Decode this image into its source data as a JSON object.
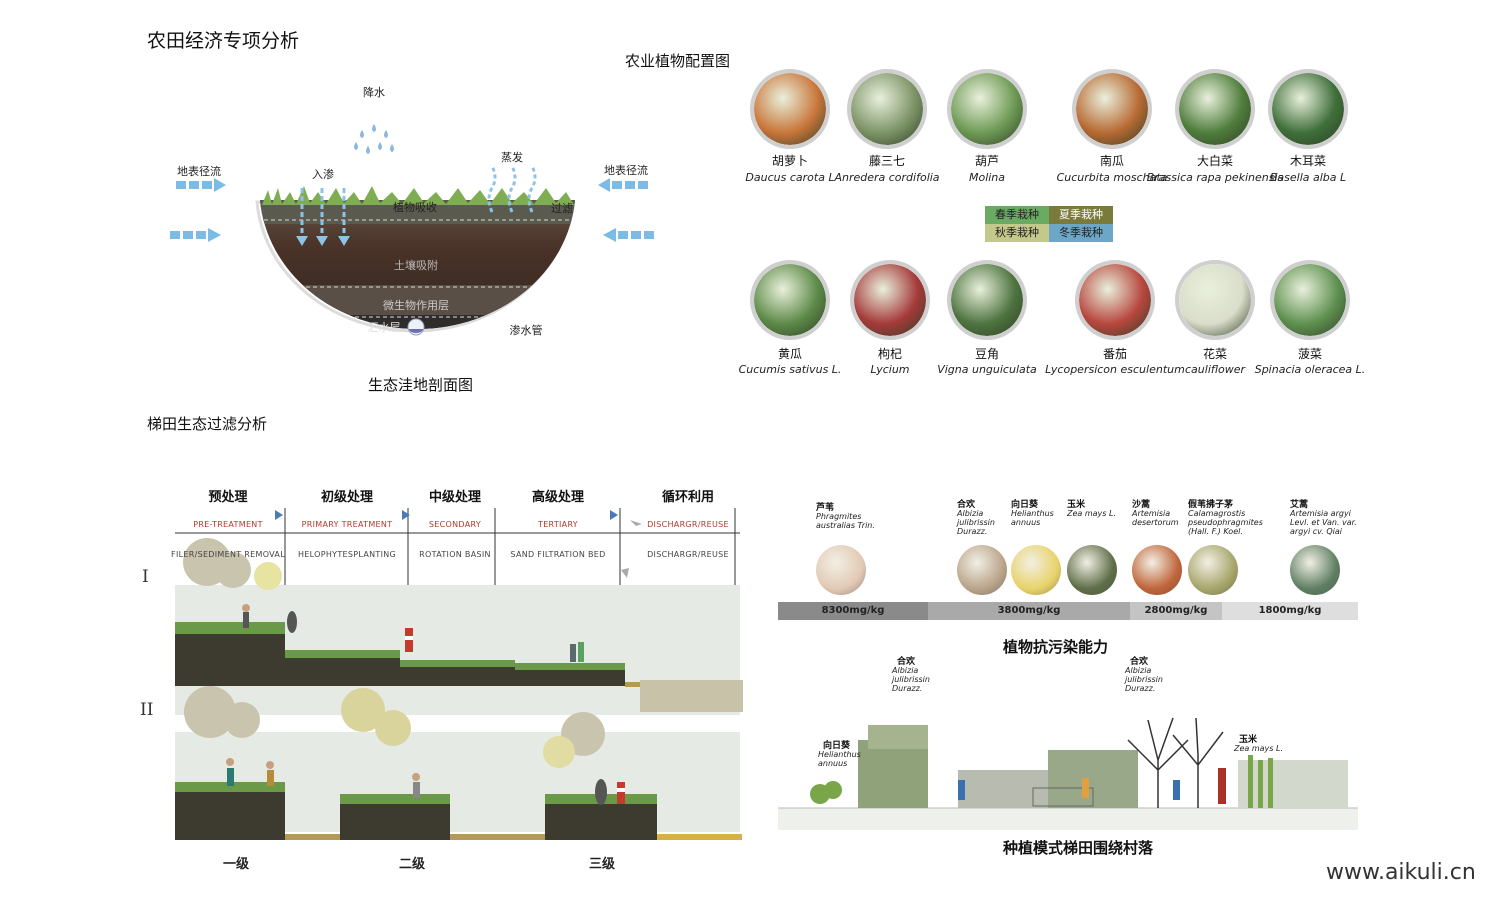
{
  "titles": {
    "main": "农田经济专项分析",
    "plant_config": "农业植物配置图",
    "section": "生态洼地剖面图",
    "terrace": "梯田生态过滤分析",
    "resistance": "植物抗污染能力",
    "village": "种植模式梯田围绕村落"
  },
  "section_labels": {
    "rain": "降水",
    "infiltration": "入渗",
    "evaporation": "蒸发",
    "runoff_left": "地表径流",
    "runoff_right": "地表径流",
    "plant_absorb": "植物吸收",
    "filter": "过滤",
    "soil_absorb": "土壤吸附",
    "microbe_layer": "微生物作用层",
    "collect_layer": "汇水层",
    "drain_pipe": "渗水管"
  },
  "plants_row1": [
    {
      "cn": "胡萝卜",
      "lat": "Daucus carota L",
      "color": "#c9763a"
    },
    {
      "cn": "藤三七",
      "lat": "Anredera cordifolia",
      "color": "#7d9467"
    },
    {
      "cn": "葫芦",
      "lat": "Molina",
      "color": "#6e9a55"
    },
    {
      "cn": "南瓜",
      "lat": "Cucurbita moschata",
      "color": "#b86a33"
    },
    {
      "cn": "大白菜",
      "lat": "Brassica rapa pekinensis",
      "color": "#4f7d3c"
    },
    {
      "cn": "木耳菜",
      "lat": "Basella alba L",
      "color": "#3f6f3a"
    }
  ],
  "plants_row2": [
    {
      "cn": "黄瓜",
      "lat": "Cucumis sativus L.",
      "color": "#5d8a48"
    },
    {
      "cn": "枸杞",
      "lat": "Lycium",
      "color": "#a53a3a"
    },
    {
      "cn": "豆角",
      "lat": "Vigna unguiculata",
      "color": "#4e7440"
    },
    {
      "cn": "番茄",
      "lat": "Lycopersicon esculentum",
      "color": "#b8473e"
    },
    {
      "cn": "花菜",
      "lat": "cauliflower",
      "color": "#d9ddc9"
    },
    {
      "cn": "菠菜",
      "lat": "Spinacia oleracea L.",
      "color": "#5f9150"
    }
  ],
  "seasons": [
    {
      "label": "春季栽种",
      "color": "#6aaa63"
    },
    {
      "label": "夏季栽种",
      "color": "#7a7a3a"
    },
    {
      "label": "秋季栽种",
      "color": "#c4c88a"
    },
    {
      "label": "冬季栽种",
      "color": "#6da7c7"
    }
  ],
  "stages": [
    {
      "cn": "预处理",
      "en1": "PRE-TREATMENT",
      "en2": "FILER/SEDIMENT REMOVAL"
    },
    {
      "cn": "初级处理",
      "en1": "PRIMARY TREATMENT",
      "en2": "HELOPHYTESPLANTING"
    },
    {
      "cn": "中级处理",
      "en1": "SECONDARY",
      "en2": "ROTATION BASIN"
    },
    {
      "cn": "高级处理",
      "en1": "TERTIARY",
      "en2": "SAND FILTRATION BED"
    },
    {
      "cn": "循环利用",
      "en1": "DISCHARGR/REUSE",
      "en2": "DISCHARGR/REUSE"
    }
  ],
  "terrace_rows": {
    "r1": "I",
    "r2": "II"
  },
  "levels": [
    "一级",
    "二级",
    "三级"
  ],
  "resistance_species": [
    {
      "name": "芦苇",
      "lat": "Phragmites\naustralias Trin.",
      "color": "#e2c9b4"
    },
    {
      "name": "合欢",
      "lat": "Albizia\njulibrissin\nDurazz.",
      "color": "#b9a48a"
    },
    {
      "name": "向日葵",
      "lat": "Helianthus\nannuus",
      "color": "#e8d36a"
    },
    {
      "name": "玉米",
      "lat": "Zea mays L.",
      "color": "#5f6e48"
    },
    {
      "name": "沙蒿",
      "lat": "Artemisia\ndesertorum",
      "color": "#c0643a"
    },
    {
      "name": "假苇拂子茅",
      "lat": "Calamagrostis\npseudophragmites\n(Hall. F.) Koel.",
      "color": "#a6a56a"
    },
    {
      "name": "艾蒿",
      "lat": "Artemisia argyi\nLevl. et Van. var.\nargyi cv. Qiai",
      "color": "#5e7f62"
    }
  ],
  "resistance_bar": [
    {
      "label": "8300mg/kg",
      "color": "#8a8a8a"
    },
    {
      "label": "3800mg/kg",
      "color": "#a9a9a9"
    },
    {
      "label": "2800mg/kg",
      "color": "#c4c4c4"
    },
    {
      "label": "1800mg/kg",
      "color": "#dedede"
    }
  ],
  "village_labels": [
    {
      "name": "合欢",
      "lat": "Albizia\njulibrissin\nDurazz."
    },
    {
      "name": "合欢",
      "lat": "Albizia\njulibrissin\nDurazz."
    },
    {
      "name": "向日葵",
      "lat": "Helianthus\nannuus"
    },
    {
      "name": "玉米",
      "lat": "Zea mays L."
    }
  ],
  "watermark": "www.aikuli.cn"
}
